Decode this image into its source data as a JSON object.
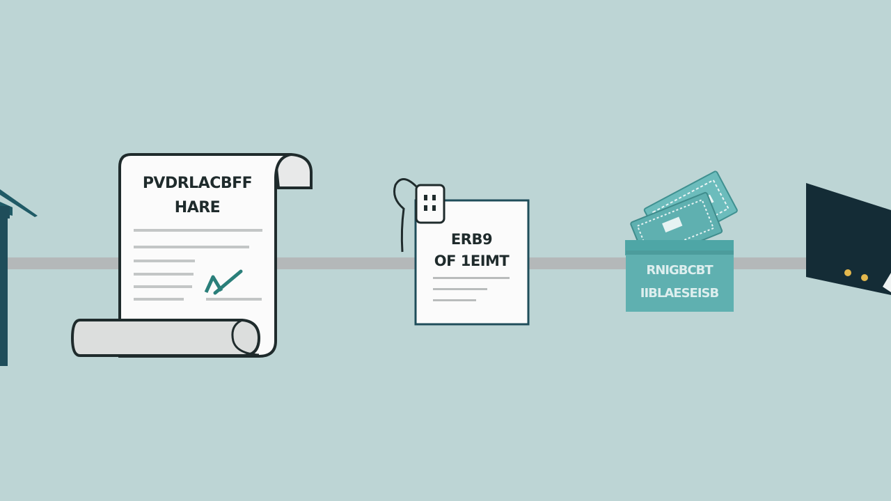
{
  "scroll_document": {
    "title_line_1": "PVDRLACBFF",
    "title_line_2": "HARE"
  },
  "form_document": {
    "text_line_1": "ERB9",
    "text_line_2": "OF 1EIMT"
  },
  "ticket_box": {
    "text_line_1": "RNIGBCBT",
    "text_line_2": "IIBLAESEISB"
  },
  "colors": {
    "background": "#bdd5d5",
    "timeline": "#b4b8b9",
    "outline": "#1f2b2c",
    "teal": "#2a7f7a",
    "ticket_teal": "#5fb0b0",
    "dark_navy": "#142c36",
    "gold": "#e4b84d"
  }
}
